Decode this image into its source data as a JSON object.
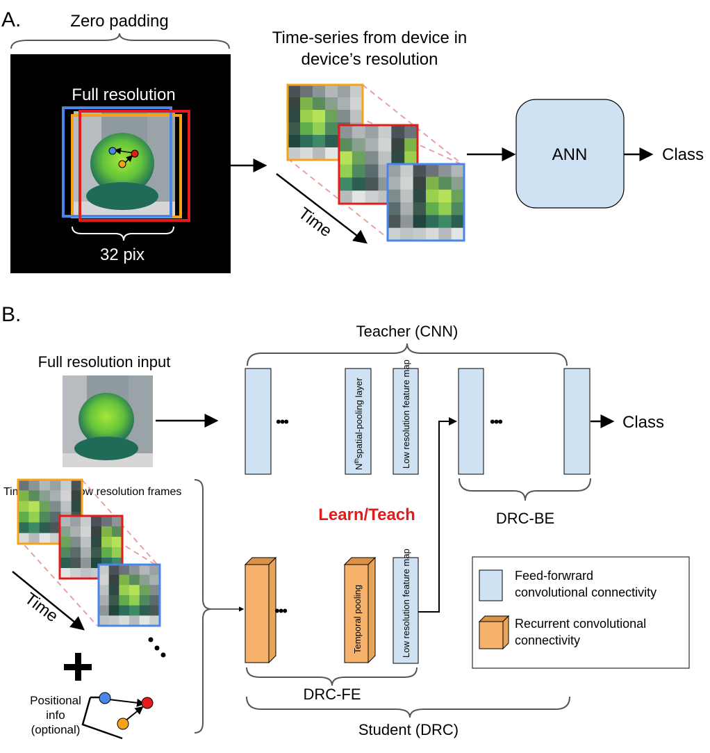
{
  "colors": {
    "ff_fill": "#cfe2f3",
    "rec_fill": "#f6b26b",
    "orange": "#f6a21b",
    "red": "#e31b1b",
    "blue": "#4a86e8",
    "learn_teach": "#e31b1b"
  },
  "panel_a": {
    "label": "A.",
    "zero_padding": "Zero padding",
    "full_resolution": "Full resolution",
    "pix": "32 pix",
    "timeseries_title_line1": "Time-series from device in",
    "timeseries_title_line2": "device’s resolution",
    "time": "Time",
    "ann": "ANN",
    "class": "Class"
  },
  "panel_b": {
    "label": "B.",
    "full_res_input": "Full resolution input",
    "teacher": "Teacher (CNN)",
    "nth_pooling_sup": "th",
    "nth_pooling_rest": "spatial-pooling layer",
    "nth_pooling_N": "N",
    "low_res_fm": "Low resolution feature map",
    "class": "Class",
    "drc_be": "DRC-BE",
    "learn_teach": "Learn/Teach",
    "ts_low_res": "Time-series of low resolution frames",
    "time": "Time",
    "positional_line1": "Positional",
    "positional_line2": "info",
    "positional_line3": "(optional)",
    "temporal_pooling": "Temporal pooling",
    "drc_fe": "DRC-FE",
    "student": "Student (DRC)",
    "ellipsis": "•••",
    "legend": {
      "ff_line1": "Feed-forwrard",
      "ff_line2": "convolutional connectivity",
      "rec_line1": "Recurrent convolutional",
      "rec_line2": "connectivity"
    }
  }
}
